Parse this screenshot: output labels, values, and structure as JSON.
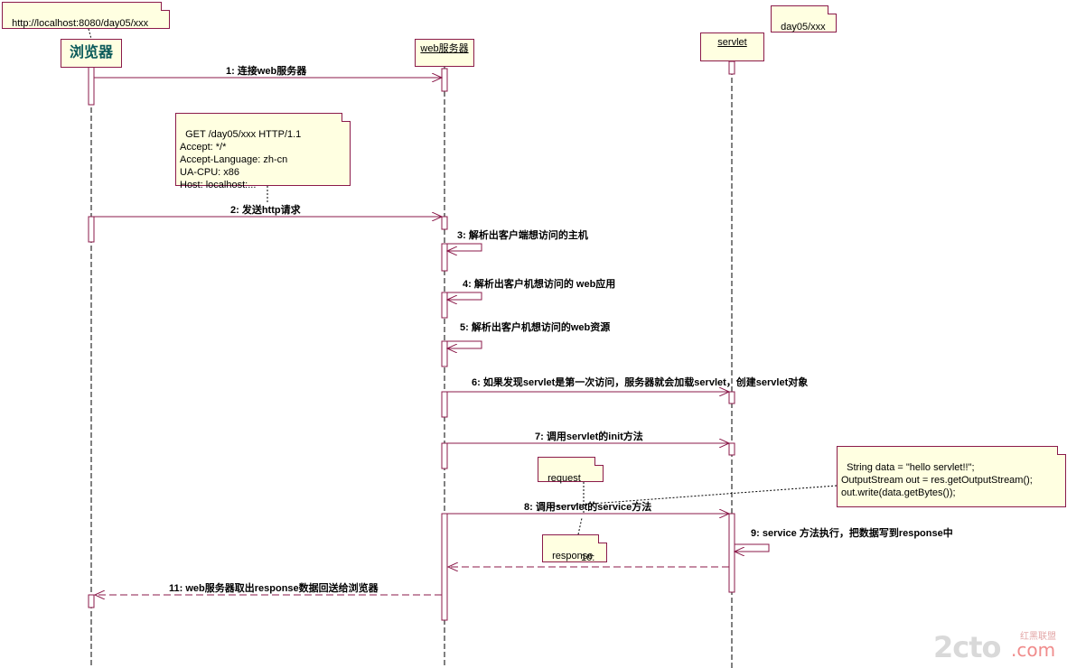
{
  "notes": {
    "url": "http://localhost:8080/day05/xxx",
    "day": "day05/xxx",
    "http_request": "GET /day05/xxx HTTP/1.1\nAccept: */*\nAccept-Language: zh-cn\nUA-CPU: x86\nHost: localhost:...",
    "servlet_code": "String data = \"hello servlet!!\";\nOutputStream out = res.getOutputStream();\nout.write(data.getBytes());",
    "request": "request",
    "response": "response"
  },
  "lifelines": {
    "browser": "浏览器",
    "server": "web服务器",
    "servlet": "servlet"
  },
  "messages": [
    {
      "label": "1: 连接web服务器"
    },
    {
      "label": "2: 发送http请求"
    },
    {
      "label": "3: 解析出客户端想访问的主机"
    },
    {
      "label": "4: 解析出客户机想访问的 web应用"
    },
    {
      "label": "5: 解析出客户机想访问的web资源"
    },
    {
      "label": "6: 如果发现servlet是第一次访问，服务器就会加载servlet，创建servlet对象"
    },
    {
      "label": "7: 调用servlet的init方法"
    },
    {
      "label": "8: 调用servlet的service方法"
    },
    {
      "label": "9: service 方法执行，把数据写到response中"
    },
    {
      "label": "10:"
    },
    {
      "label": "11: web服务器取出response数据回送给浏览器"
    }
  ],
  "watermark": {
    "logo": "2cto",
    "suffix": ".com",
    "cn": "红黑联盟"
  }
}
